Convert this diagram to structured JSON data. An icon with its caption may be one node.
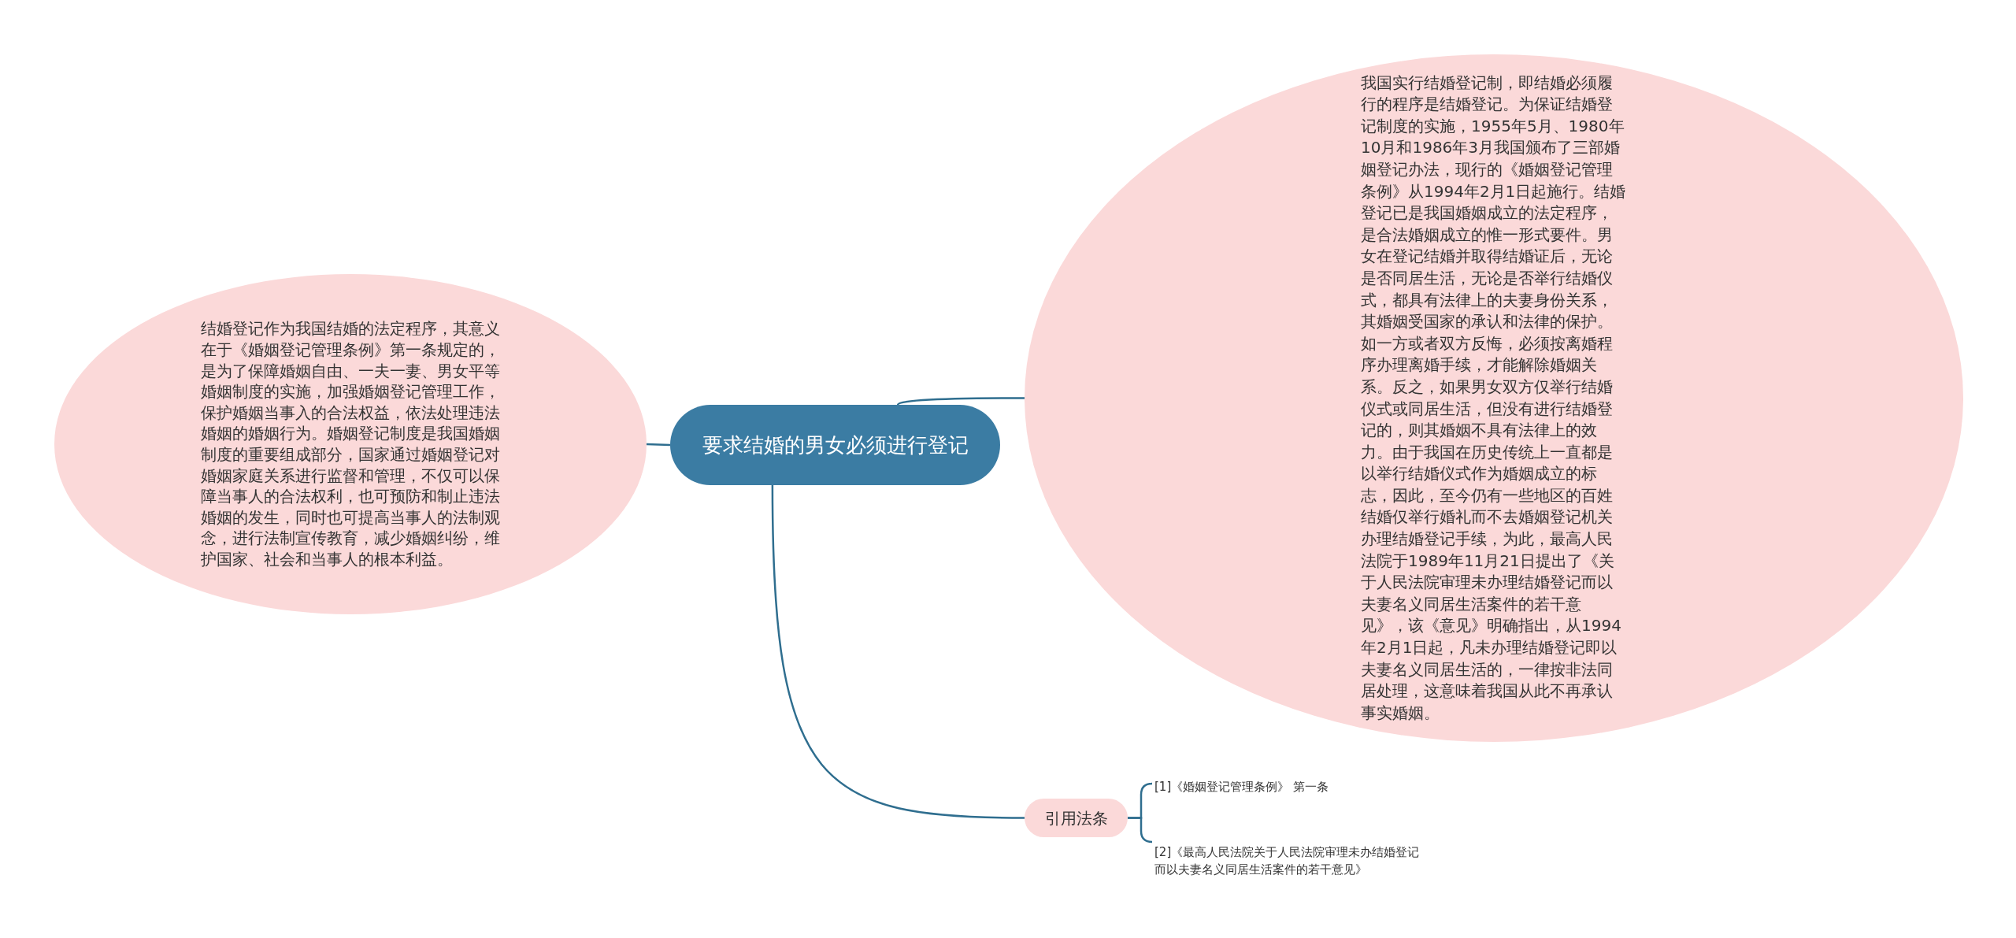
{
  "diagram": {
    "nodes": [
      {
        "text": [
          "要求结婚的男女必须进行登记"
        ]
      },
      {
        "text": [
          "结婚登记作为我国结婚的法定程序，其意义在于《婚姻登记管理条例》第一条规定的，是为了保障婚姻自由、一夫一妻、男女平等婚姻制度的实施，加强婚姻登记管理工作，保护婚姻当事入的合法权益，依法处理违法婚姻的婚姻行为。婚姻登记制度是我国婚姻制度的重要组成部分，国家通过婚姻登记对婚姻家庭关系进行监督和管理，不仅可以保障当事人的合法权利，也可预防和制止违法婚姻的发生，同时也可提高当事人的法制观念，进行法制宣传教育，减少婚姻纠纷，维护国家、社会和当事人的根本利益。"
        ]
      },
      {
        "text": [
          "我国实行结婚登记制，即结婚必须履行的程序是结婚登记。为保证结婚登记制度的实施，1955年5月、1980年10月和1986年3月我国颁布了三部婚姻登记办法，现行的《婚姻登记管理条例》从1994年2月1日起施行。结婚登记已是我国婚姻成立的法定程序，是合法婚姻成立的惟一形式要件。男女在登记结婚并取得结婚证后，无论是否同居生活，无论是否举行结婚仪式，都具有法律上的夫妻身份关系，其婚姻受国家的承认和法律的保护。如一方或者双方反悔，必须按离婚程序办理离婚手续，才能解除婚姻关系。反之，如果男女双方仅举行结婚仪式或同居生活，但没有进行结婚登记的，则其婚姻不具有法律上的效力。由于我国在历史传统上一直都是以举行结婚仪式作为婚姻成立的标志，因此，至今仍有一些地区的百姓结婚仅举行婚礼而不去婚姻登记机关办理结婚登记手续，为此，最高人民法院于1989年11月21日提出了《关于人民法院审理未办理结婚登记而以夫妻名义同居生活案件的若干意见》，该《意见》明确指出，从1994年2月1日起，凡未办理结婚登记即以夫妻名义同居生活的，一律按非法同居处理，这意味着我国从此不再承认事实婚姻。"
        ]
      },
      {
        "text": [
          "引用法条"
        ]
      },
      {
        "text": [
          "[1]《婚姻登记管理条例》 第一条"
        ]
      },
      {
        "text": [
          "[2]《最高人民法院关于人民法院审理未办结婚登记而以夫妻名义同居生活案件的若干意见》"
        ]
      }
    ],
    "edges": [
      {
        "from": 0,
        "to": 1,
        "arrow": "none"
      },
      {
        "from": 0,
        "to": 2,
        "arrow": "none"
      },
      {
        "from": 0,
        "to": 3,
        "arrow": "none"
      },
      {
        "from": 3,
        "to": 4,
        "arrow": "none"
      },
      {
        "from": 3,
        "to": 5,
        "arrow": "none"
      }
    ]
  }
}
